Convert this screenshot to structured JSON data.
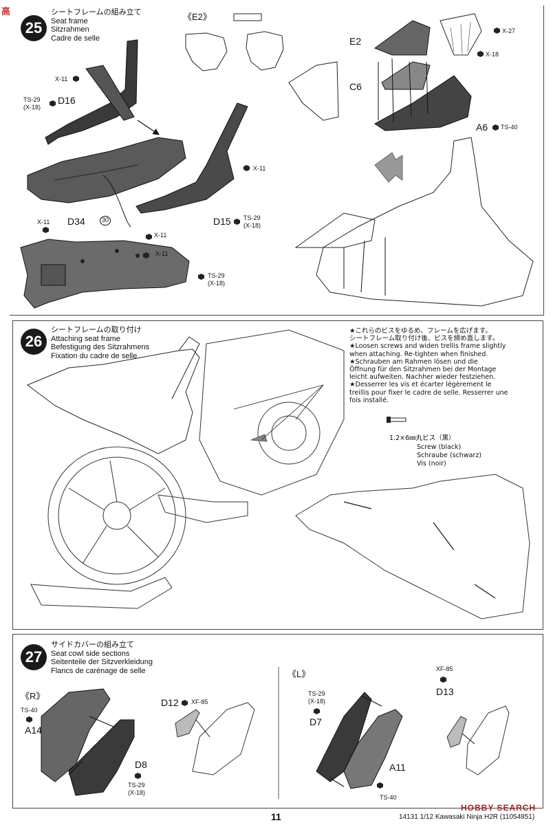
{
  "watermark_logo": "高网",
  "watermark_site": "HOBBY SEARCH",
  "step25": {
    "number": "25",
    "title_jp": "シートフレームの組み立て",
    "title_en": "Seat frame",
    "title_de": "Sitzrahmen",
    "title_fr": "Cadre de selle",
    "labels": {
      "x11_a": "X-11",
      "ts29_d16": "TS-29",
      "x18_d16": "(X-18)",
      "d16": "D16",
      "d34": "D34",
      "x11_b": "X-11",
      "x11_c": "X-11",
      "x11_d": "X-11",
      "num30": "30",
      "d15": "D15",
      "ts29_d15": "TS-29",
      "x18_d15": "(X-18)",
      "x11_e": "X-11",
      "ts29_bottom": "TS-29",
      "x18_bottom": "(X-18)",
      "e2_box": "《E2》",
      "e2": "E2",
      "c6": "C6",
      "a6": "A6",
      "ts40": "TS-40",
      "x27": "X-27",
      "x18_r": "X-18"
    }
  },
  "step26": {
    "number": "26",
    "title_jp": "シートフレームの取り付け",
    "title_en": "Attaching seat frame",
    "title_de": "Befestigung des Sitzrahmens",
    "title_fr": "Fixation du cadre de selle",
    "notes": [
      "★これらのビスをゆるめ、フレームを広げます。",
      "シートフレーム取り付け後、ビスを締め直します。",
      "★Loosen screws and widen trellis frame slightly",
      "when attaching. Re-tighten when finished.",
      "★Schrauben am Rahmen lösen und die",
      "Öffnung für den Sitzrahmen bei der Montage",
      "leicht aufweiten. Nachher wieder festziehen.",
      "★Desserrer les vis et écarter légèrement le",
      "treillis pour fixer le cadre de selle. Resserrer une",
      "fois installé."
    ],
    "screw_jp": "1.2×6㎜丸ビス（黒）",
    "screw_en": "Screw (black)",
    "screw_de": "Schraube (schwarz)",
    "screw_fr": "Vis (noir)"
  },
  "step27": {
    "number": "27",
    "title_jp": "サイドカバーの組み立て",
    "title_en": "Seat cowl side sections",
    "title_de": "Seitenteile der Sitzverkleidung",
    "title_fr": "Flancs de carénage de selle",
    "r_box": "《R》",
    "l_box": "《L》",
    "labels": {
      "ts40_r": "TS-40",
      "a14": "A14",
      "d8": "D8",
      "ts29_d8": "TS-29",
      "x18_d8": "(X-18)",
      "d12": "D12",
      "xf85_d12": "XF-85",
      "ts29_d7": "TS-29",
      "x18_d7": "(X-18)",
      "d7": "D7",
      "a11": "A11",
      "ts40_l": "TS-40",
      "xf85_d13": "XF-85",
      "d13": "D13"
    }
  },
  "footer": {
    "page": "11",
    "catalog": "14131",
    "scale": "1/12",
    "model": "Kawasaki Ninja H2R",
    "code": "(11054851)"
  }
}
